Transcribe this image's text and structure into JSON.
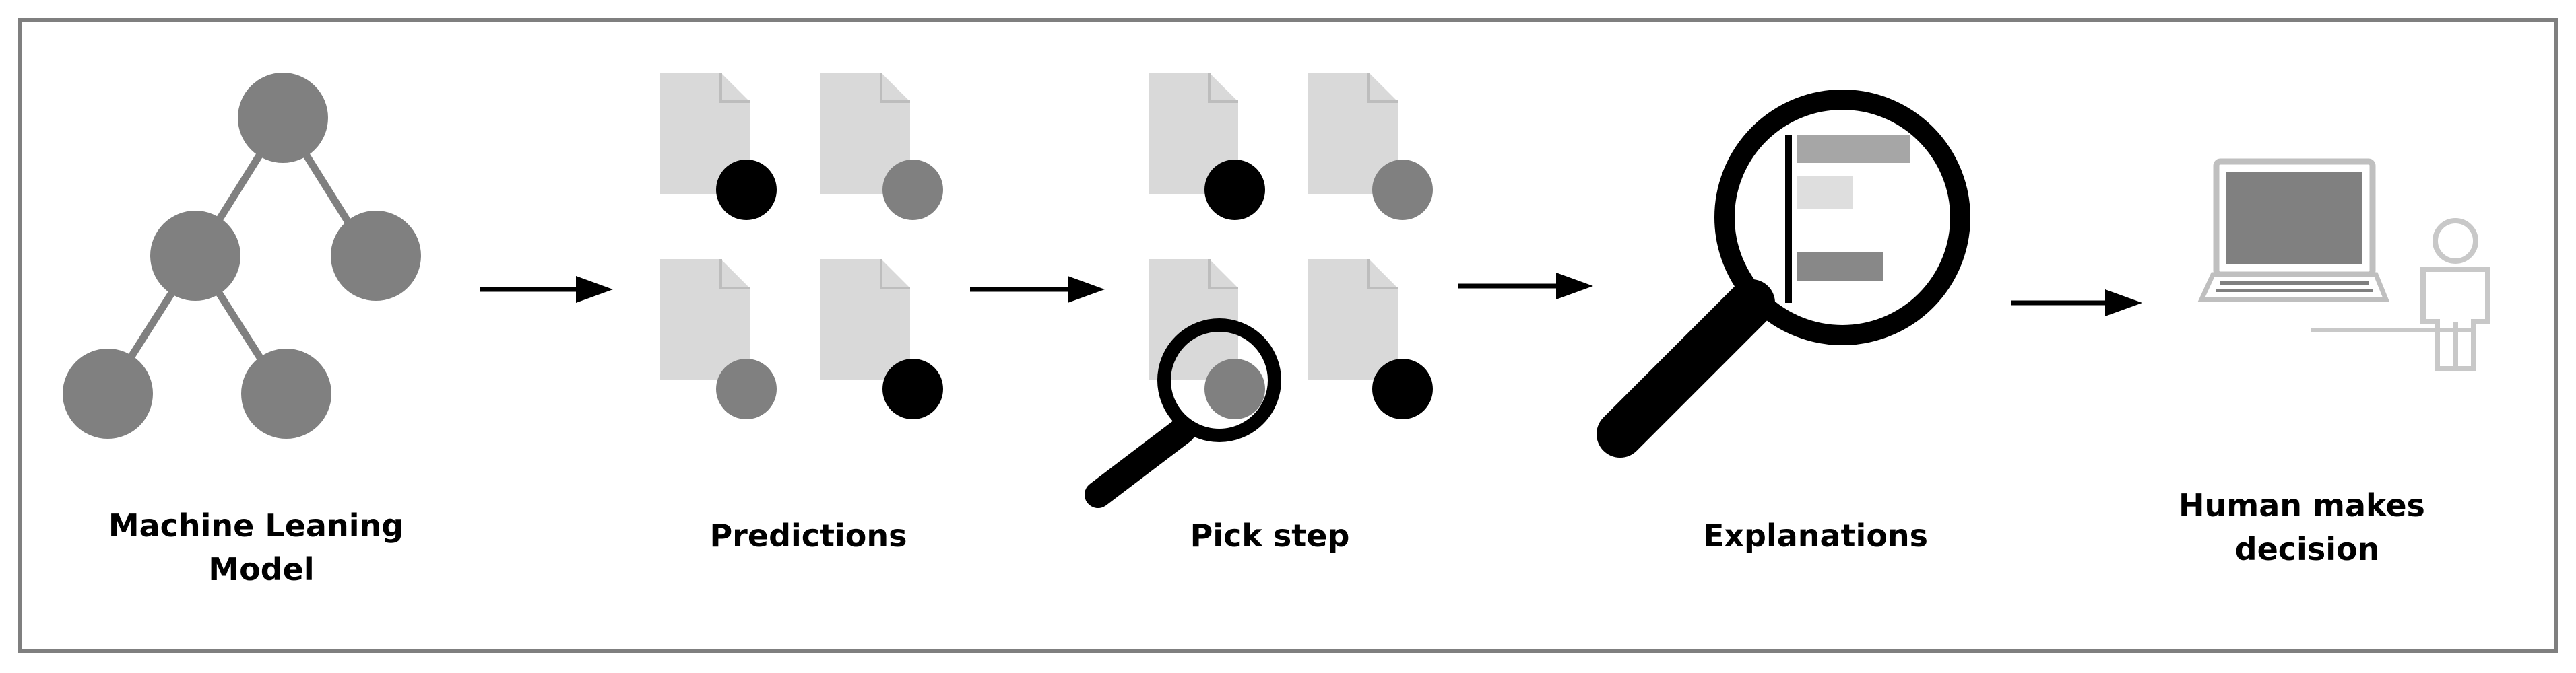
{
  "stages": [
    {
      "id": "model",
      "label_lines": [
        "Machine Leaning",
        "Model"
      ]
    },
    {
      "id": "predictions",
      "label_lines": [
        "Predictions"
      ]
    },
    {
      "id": "pick",
      "label_lines": [
        "Pick step"
      ]
    },
    {
      "id": "explanations",
      "label_lines": [
        "Explanations"
      ]
    },
    {
      "id": "decision",
      "label_lines": [
        "Human makes",
        "decision"
      ]
    }
  ],
  "colors": {
    "frame": "#7f7f7f",
    "node": "#808080",
    "document": "#d9d9d9",
    "dot_dark": "#000000",
    "dot_gray": "#808080",
    "arrow": "#000000",
    "magnifier": "#000000",
    "bar_dark": "#888888",
    "bar_mid": "#a6a6a6",
    "bar_light": "#dedede",
    "laptop_frame": "#bfbfbf",
    "laptop_screen": "#808080",
    "person": "#c8c8c8"
  },
  "icons": [
    "tree-network-icon",
    "document-icon",
    "magnifier-icon",
    "bar-chart-icon",
    "laptop-icon",
    "person-icon"
  ]
}
